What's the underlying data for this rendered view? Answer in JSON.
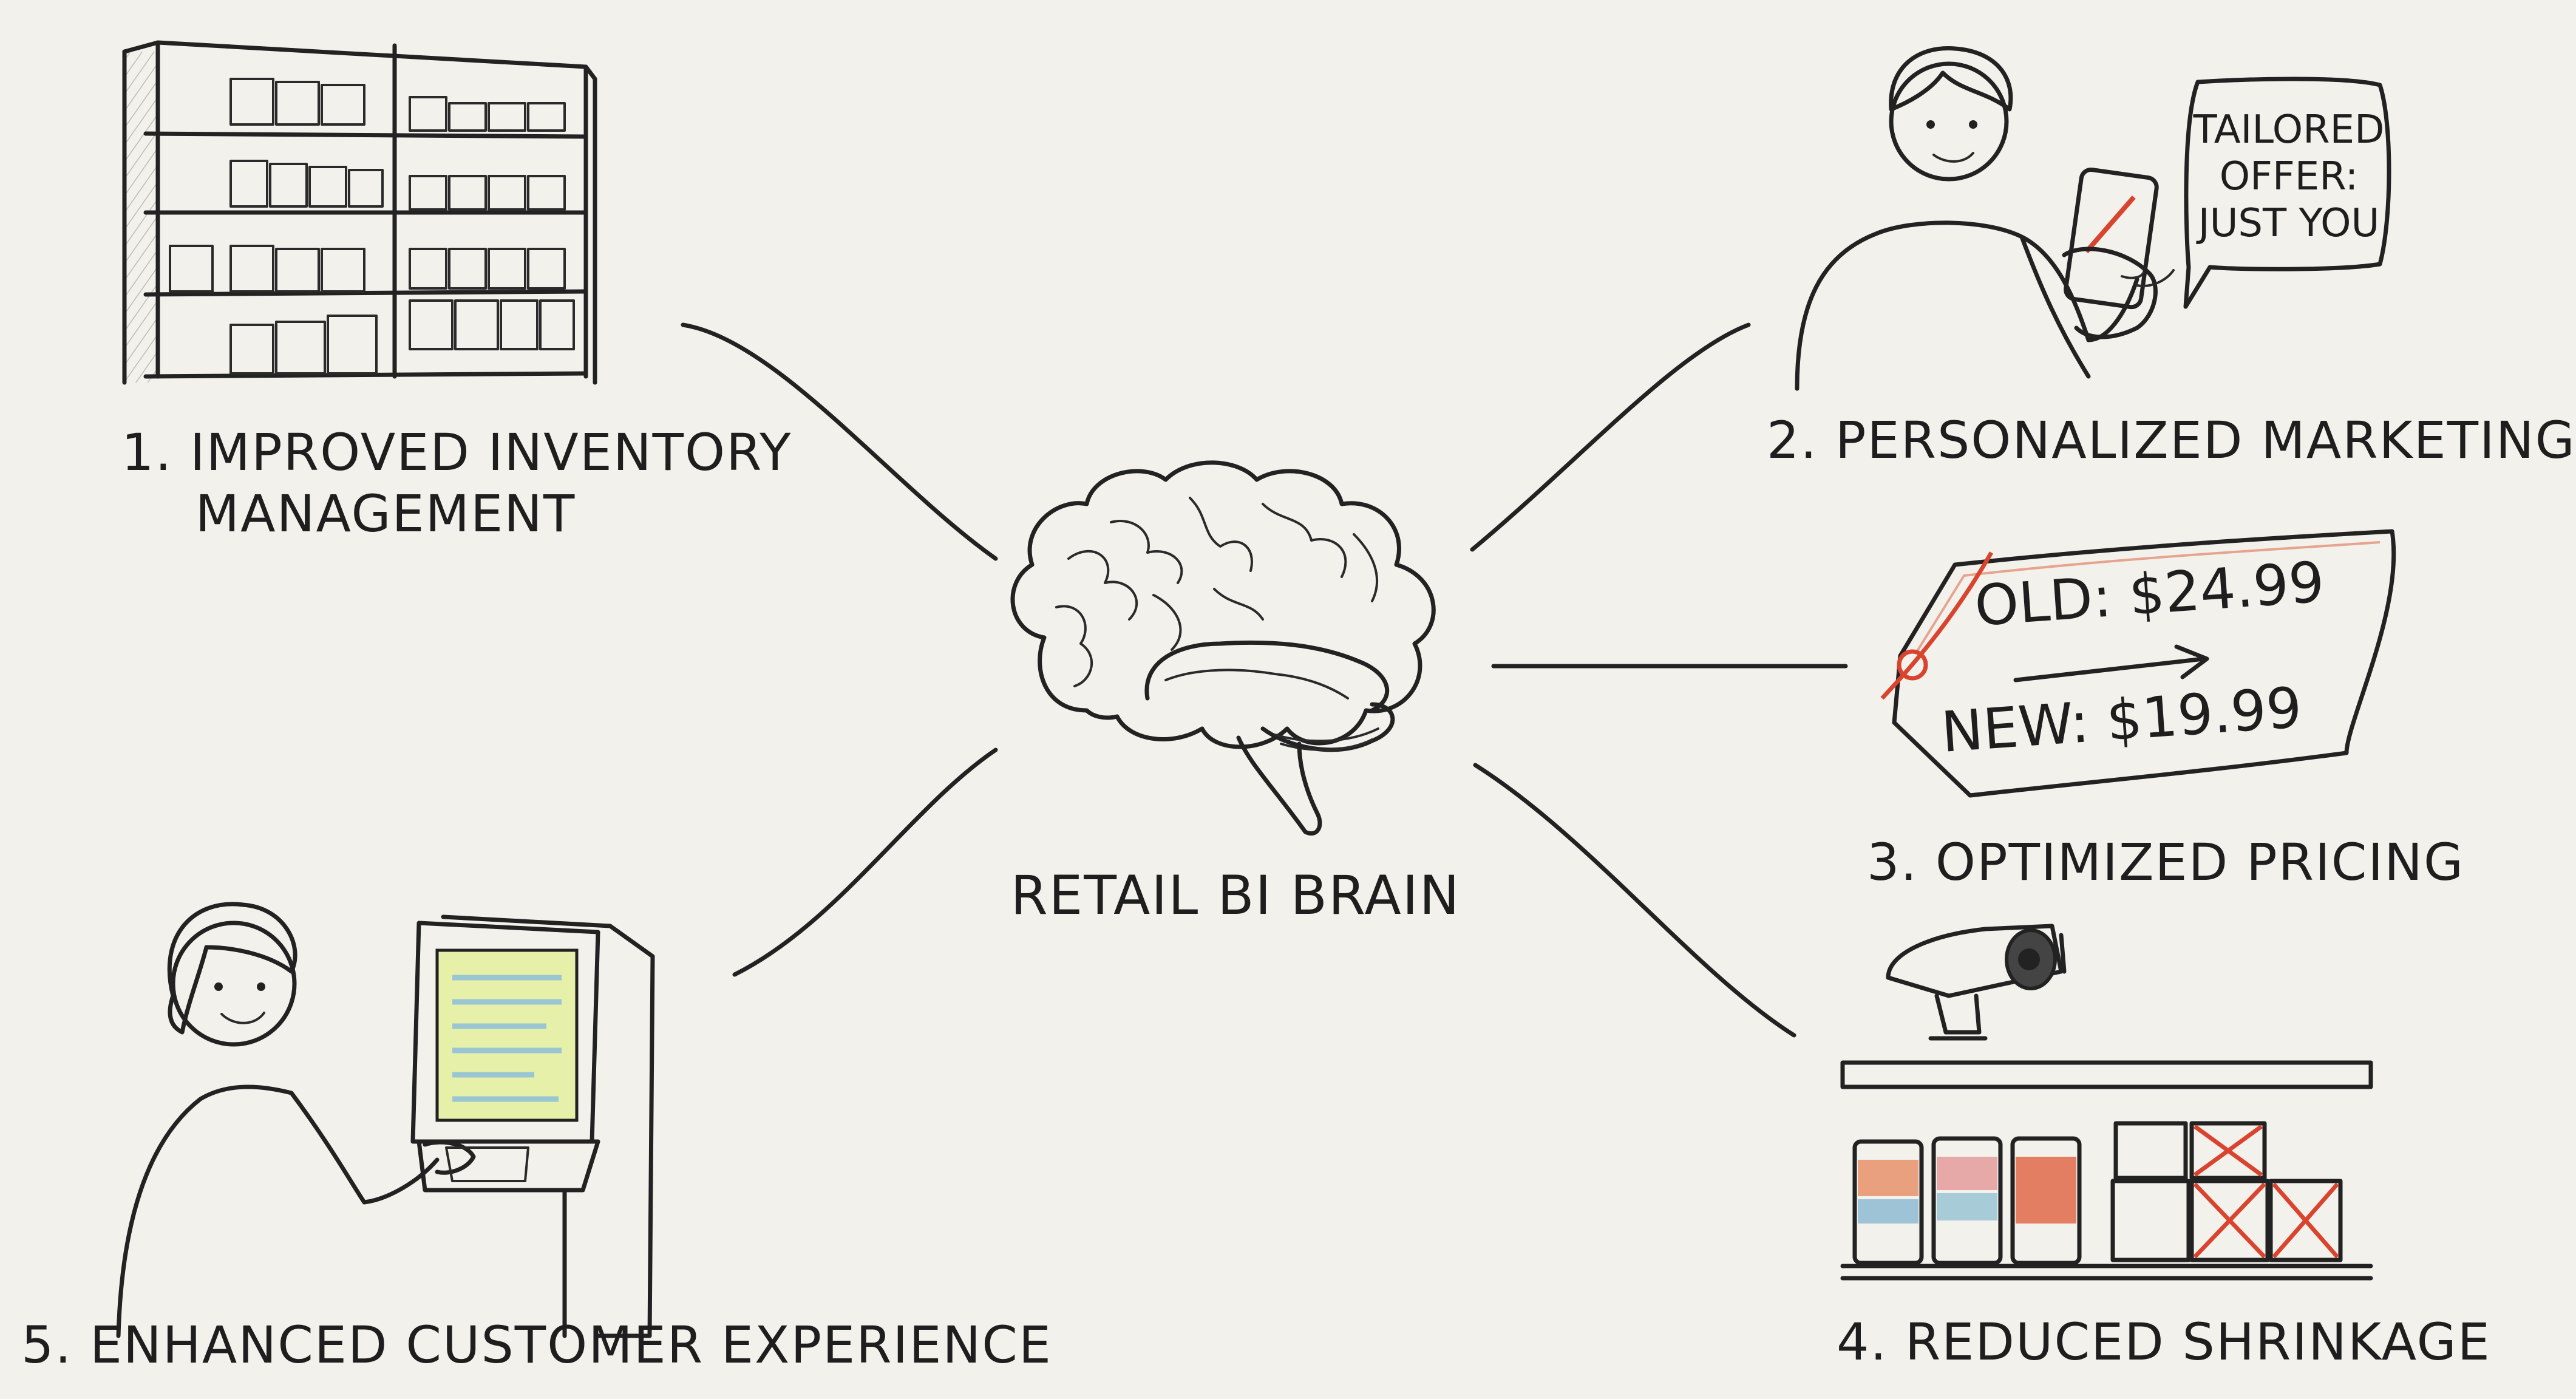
{
  "center": {
    "label": "RETAIL BI BRAIN"
  },
  "nodes": [
    {
      "id": "inventory",
      "label_line1": "1. IMPROVED INVENTORY",
      "label_line2": "MANAGEMENT"
    },
    {
      "id": "marketing",
      "label": "2. PERSONALIZED MARKETING"
    },
    {
      "id": "pricing",
      "label": "3. OPTIMIZED PRICING"
    },
    {
      "id": "shrinkage",
      "label": "4. REDUCED SHRINKAGE"
    },
    {
      "id": "experience",
      "label": "5. ENHANCED CUSTOMER EXPERIENCE"
    }
  ],
  "speech_bubble": {
    "line1": "TAILORED",
    "line2": "OFFER:",
    "line3": "JUST YOU"
  },
  "price_tag": {
    "old": "OLD: $24.99",
    "new": "NEW: $19.99"
  },
  "colors": {
    "background": "#f3f1ec",
    "ink": "#222222",
    "accent_red": "#d9442f",
    "box_tan": "#dcb98e",
    "screen_green": "#e6f0a8",
    "tag_fill": "#fbece2"
  }
}
